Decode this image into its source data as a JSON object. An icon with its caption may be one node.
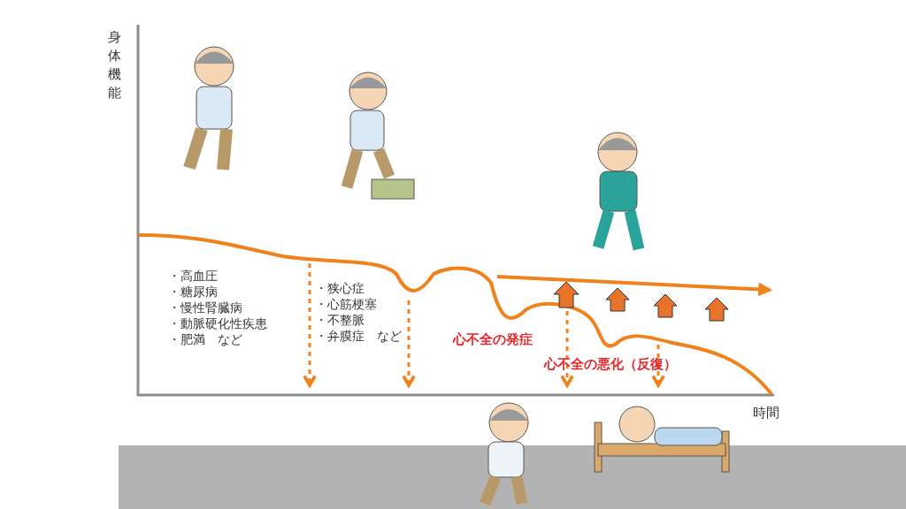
{
  "diagram": {
    "labels": [
      "身体機能",
      "・高血圧",
      "・糖尿病",
      "・慢性腎臓病",
      "・動脈硬化性疾患",
      "・肥満　など",
      "・狭心症",
      "・心筋梗塞",
      "・不整脈",
      "・弁膜症　など",
      "心不全の発症",
      "心不全の悪化（反復）",
      "時間"
    ]
  }
}
